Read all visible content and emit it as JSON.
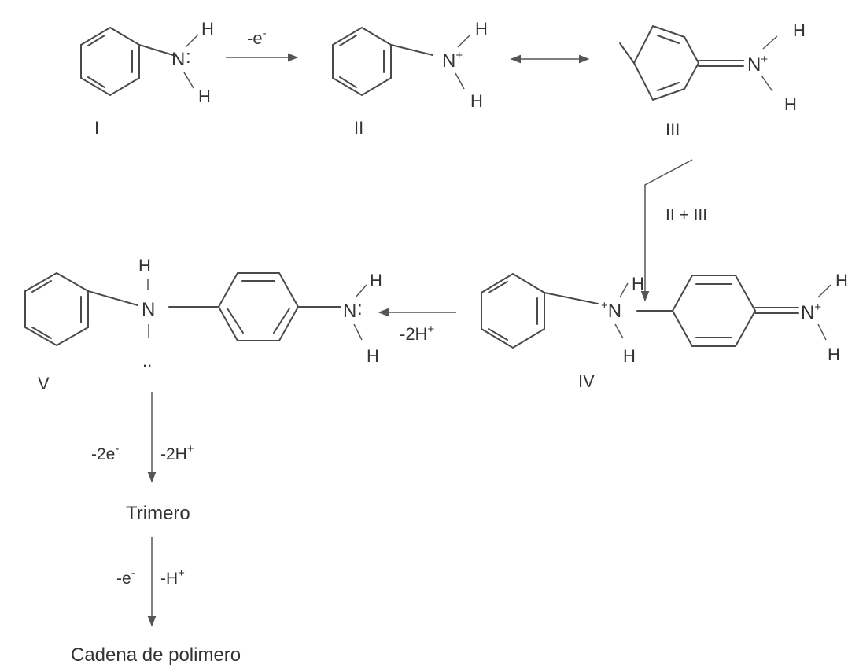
{
  "compounds": {
    "I": {
      "label": "I",
      "N": "N",
      "lone_pair": ":",
      "H_top": "H",
      "H_bottom": "H"
    },
    "II": {
      "label": "II",
      "N": "N",
      "charge": "+",
      "H_top": "H",
      "H_bottom": "H"
    },
    "III": {
      "label": "III",
      "N": "N",
      "charge": "+",
      "H_top": "H",
      "H_bottom": "H"
    },
    "IV": {
      "label": "IV",
      "N1_charge": "+",
      "N1": "N",
      "N1_H_top": "H",
      "N1_H_bottom": "H",
      "N2": "N",
      "N2_charge": "+",
      "N2_H_top": "H",
      "N2_H_bottom": "H"
    },
    "V": {
      "label": "V",
      "NH_H": "H",
      "NH_N": "N",
      "dots": "..",
      "N2": "N",
      "lone_pair": ":",
      "N2_H_top": "H",
      "N2_H_bottom": "H"
    }
  },
  "arrows": {
    "oxidation": {
      "label": "-e",
      "sup": "-"
    },
    "coupling": {
      "label": "II + III"
    },
    "deprotonation": {
      "label": "-2H",
      "sup": "+"
    },
    "step_trimer": {
      "left": "-2e",
      "left_sup": "-",
      "right": "-2H",
      "right_sup": "+"
    },
    "step_polymer": {
      "left": "-e",
      "left_sup": "-",
      "right": "-H",
      "right_sup": "+"
    }
  },
  "products": {
    "trimer": "Trimero",
    "polymer": "Cadena de polimero"
  }
}
